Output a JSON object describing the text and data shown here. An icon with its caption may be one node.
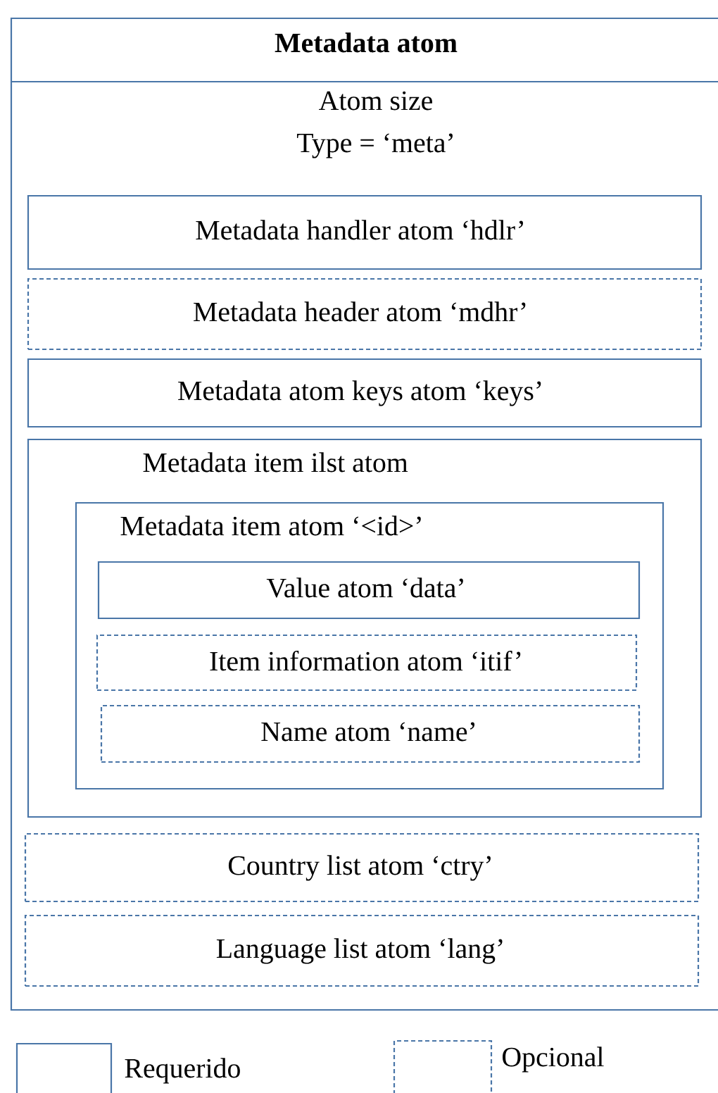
{
  "diagram": {
    "nodes": [
      {
        "text": [
          "Metadata atom",
          "Atom size",
          "Type = ‘meta’"
        ]
      },
      {
        "text": [
          "Metadata handler atom ‘hdlr’"
        ],
        "in": 0
      },
      {
        "text": [
          "Metadata header atom ‘mdhr’"
        ],
        "in": 0
      },
      {
        "text": [
          "Metadata atom keys atom ‘keys’"
        ],
        "in": 0
      },
      {
        "text": [
          "Metadata item ilst atom"
        ],
        "in": 0
      },
      {
        "text": [
          "Metadata item atom ‘<id>’"
        ],
        "in": 4
      },
      {
        "text": [
          "Value atom ‘data’"
        ],
        "in": 5
      },
      {
        "text": [
          "Item information atom ‘itif’"
        ],
        "in": 5
      },
      {
        "text": [
          "Name atom ‘name’"
        ],
        "in": 5
      },
      {
        "text": [
          "Country list atom ‘ctry’"
        ],
        "in": 0
      },
      {
        "text": [
          "Language list atom ‘lang’"
        ],
        "in": 0
      }
    ],
    "legend": [
      {
        "text": "Requerido"
      },
      {
        "text": "Opcional"
      }
    ]
  }
}
